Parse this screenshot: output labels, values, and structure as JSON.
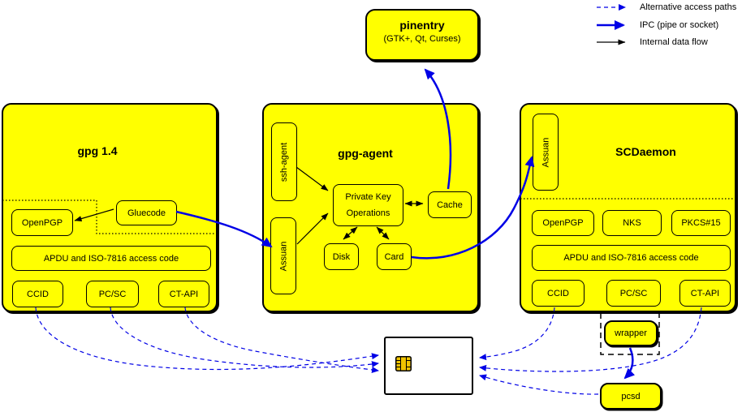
{
  "legend": {
    "items": [
      {
        "name": "alternative-access-paths",
        "label": "Alternative access paths",
        "style": "blue-dashed-arrow"
      },
      {
        "name": "ipc",
        "label": "IPC (pipe or socket)",
        "style": "blue-thick-arrow"
      },
      {
        "name": "internal-data-flow",
        "label": "Internal data flow",
        "style": "black-thin-arrow"
      }
    ]
  },
  "colors": {
    "box_fill": "#ffff00",
    "arrow_blue": "#0000e6",
    "line_black": "#000000",
    "card_fill": "#ffffff",
    "chip_fill": "#f0c400"
  },
  "pinentry": {
    "title": "pinentry",
    "subtitle": "(GTK+, Qt, Curses)"
  },
  "gpg14": {
    "title": "gpg 1.4",
    "openpgp": "OpenPGP",
    "gluecode": "Gluecode",
    "apdu": "APDU and ISO-7816 access code",
    "ccid": "CCID",
    "pcsc": "PC/SC",
    "ctapi": "CT-API"
  },
  "gpg_agent": {
    "title": "gpg-agent",
    "ssh_agent": "ssh-agent",
    "assuan": "Assuan",
    "pko_line1": "Private Key",
    "pko_line2": "Operations",
    "cache": "Cache",
    "disk": "Disk",
    "card": "Card"
  },
  "scdaemon": {
    "title": "SCDaemon",
    "assuan": "Assuan",
    "openpgp": "OpenPGP",
    "nks": "NKS",
    "pkcs15": "PKCS#15",
    "apdu": "APDU and ISO-7816 access code",
    "ccid": "CCID",
    "pcsc": "PC/SC",
    "ctapi": "CT-API"
  },
  "wrapper": {
    "label": "wrapper"
  },
  "pcsd": {
    "label": "pcsd"
  },
  "smartcard": {
    "name": "smartcard"
  }
}
